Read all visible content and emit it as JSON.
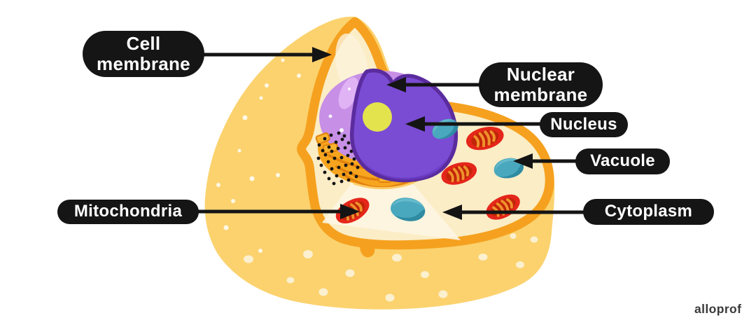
{
  "labels": {
    "cell_membrane": {
      "line1": "Cell",
      "line2": "membrane"
    },
    "nuclear_membrane": {
      "line1": "Nuclear",
      "line2": "membrane"
    },
    "nucleus": {
      "text": "Nucleus"
    },
    "vacuole": {
      "text": "Vacuole"
    },
    "cytoplasm": {
      "text": "Cytoplasm"
    },
    "mitochondria": {
      "text": "Mitochondria"
    }
  },
  "watermark": {
    "text": "alloprof"
  },
  "diagram": {
    "subject": "Animal cell cutaway",
    "labeled_parts": [
      "Cell membrane",
      "Nuclear membrane",
      "Nucleus",
      "Vacuole",
      "Cytoplasm",
      "Mitochondria"
    ],
    "organelle_counts": {
      "mitochondria": 4,
      "vacuoles": 3
    }
  },
  "colors": {
    "background": "#FFFFFF",
    "label_pill_bg": "#151515",
    "label_text": "#FFFFFF",
    "arrow_black": "#141414",
    "cell_exterior_yellow": "#FBD26E",
    "membrane_orange": "#F5A11F",
    "cytoplasm_cream": "#FBEDC6",
    "cytoplasm_highlight": "#FDF5E1",
    "nucleus_sphere_lavender": "#C78FE6",
    "nucleus_inner_purple": "#7A4BD3",
    "nucleus_outline_purple": "#5B2C9E",
    "nucleolus_yellow": "#E3E34E",
    "golgi_orange": "#F7A51F",
    "golgi_ridge_orange": "#E2820E",
    "mitochondrion_red": "#E5261A",
    "mitochondrion_inner_red": "#C22508",
    "mitochondrion_cristae_orange": "#F0922D",
    "vacuole_teal": "#49A8BE",
    "vacuole_shade_teal": "#2F8BA2",
    "ribosome_black": "#141414",
    "watermark_gray": "#3A3A3A"
  }
}
